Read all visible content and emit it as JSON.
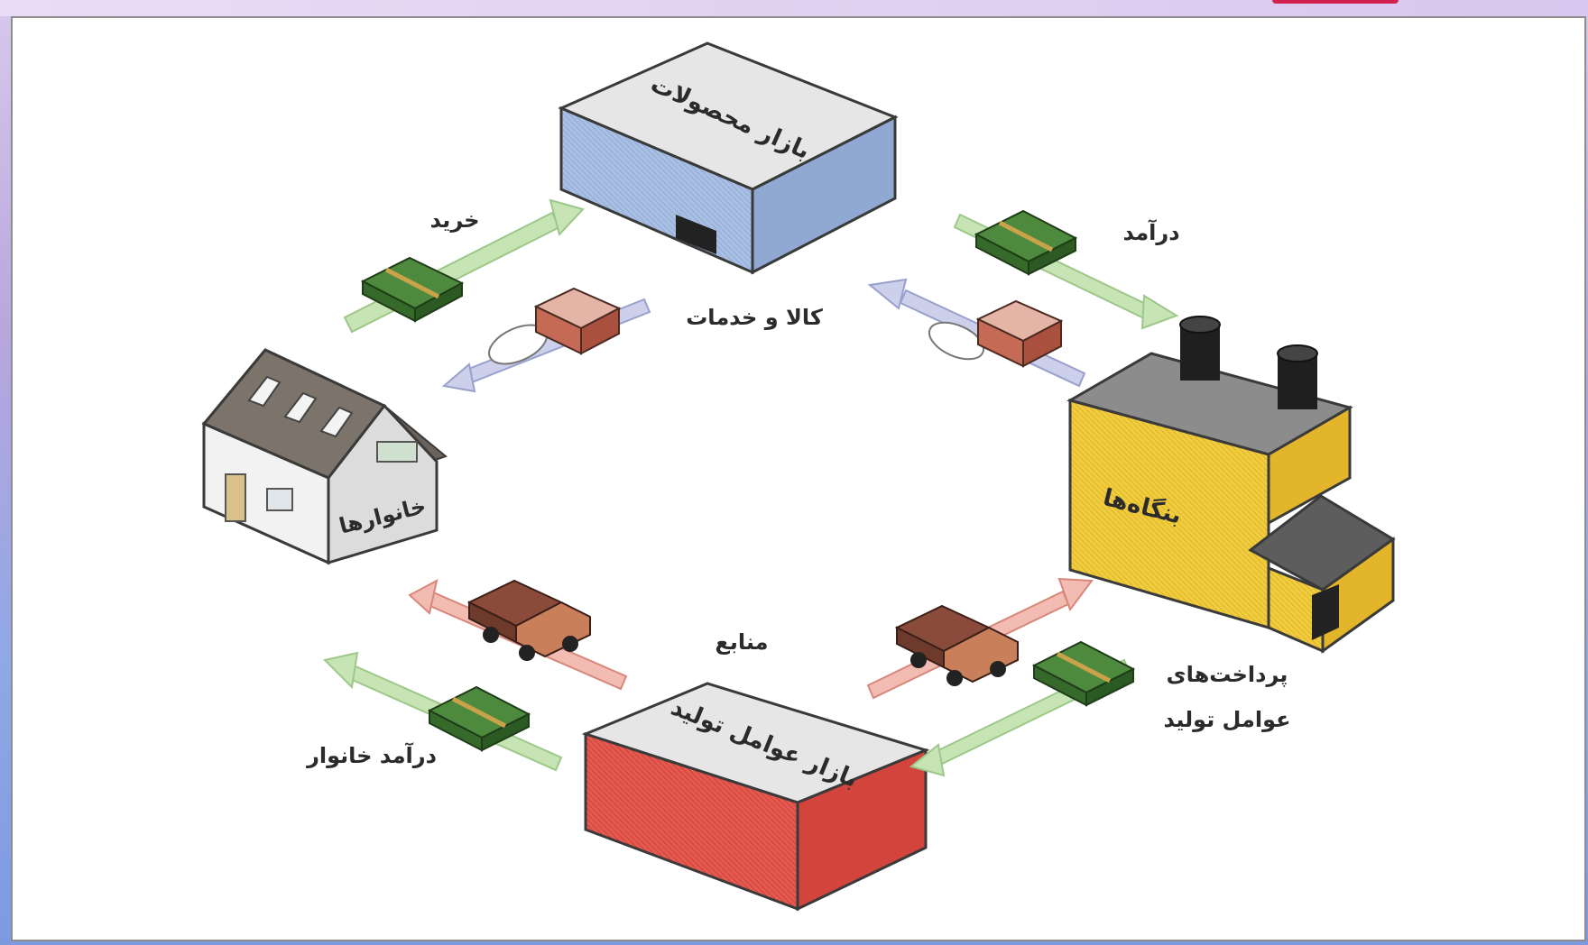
{
  "diagram": {
    "nodes": {
      "product_market": "بازار محصولات",
      "factor_market": "بازار عوامل تولید",
      "households": "خانوارها",
      "firms": "بنگاه‌ها"
    },
    "flows": {
      "purchase": "خرید",
      "goods_services": "کالا و خدمات",
      "revenue": "درآمد",
      "resources": "منابع",
      "household_income": "درآمد خانوار",
      "factor_payments_1": "پرداخت‌های",
      "factor_payments_2": "عوامل تولید"
    }
  },
  "colors": {
    "product_market": "#a9bfe0",
    "factor_market": "#e4574f",
    "firms": "#f1c93a",
    "households_roof": "#7a7168",
    "money_arrow": "#c8e6b8",
    "goods_arrow": "#c9cde8",
    "resource_arrow": "#f3b8ae"
  }
}
